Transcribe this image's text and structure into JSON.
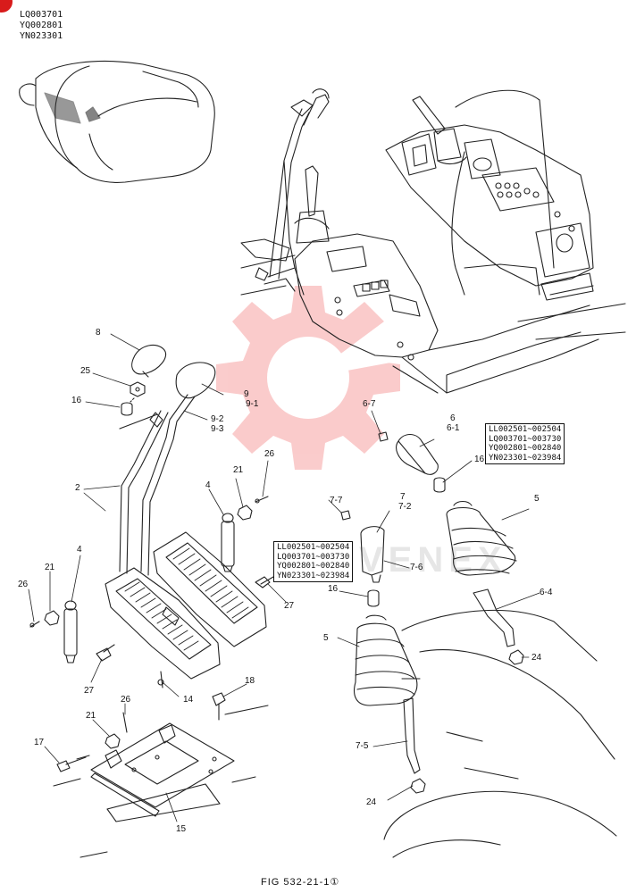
{
  "header": {
    "serials": [
      "LQ003701",
      "YQ002801",
      "YN023301"
    ]
  },
  "watermark": {
    "brand_color": "#f06060",
    "text": "VENEX"
  },
  "callouts": {
    "c8": "8",
    "c25": "25",
    "c16a": "16",
    "c9": [
      "9",
      "9-1"
    ],
    "c9b": [
      "9-2",
      "9-3"
    ],
    "c2": "2",
    "c21a": "21",
    "c26a": "26",
    "c4a": "4",
    "c4b": "4",
    "c21b": "21",
    "c26b": "26",
    "c27a": "27",
    "c27b": "27",
    "c14": "14",
    "c18": "18",
    "c26c": "26",
    "c21c": "21",
    "c17": "17",
    "c15": "15",
    "c67": "6-7",
    "c6": [
      "6",
      "6-1"
    ],
    "c16b": "16",
    "c5a": "5",
    "c77": "7-7",
    "c7": [
      "7",
      "7-2"
    ],
    "c76": "7-6",
    "c16c": "16",
    "c5b": "5",
    "c64": "6-4",
    "c24a": "24",
    "c75": "7-5",
    "c24b": "24"
  },
  "range_box_upper": [
    "LL002501~002504",
    "LQ003701~003730",
    "YQ002801~002840",
    "YN023301~023984"
  ],
  "range_box_lower": [
    "LL002501~002504",
    "LQ003701~003730",
    "YQ002801~002840",
    "YN023301~023984"
  ],
  "caption": "FIG 532-21-1①"
}
